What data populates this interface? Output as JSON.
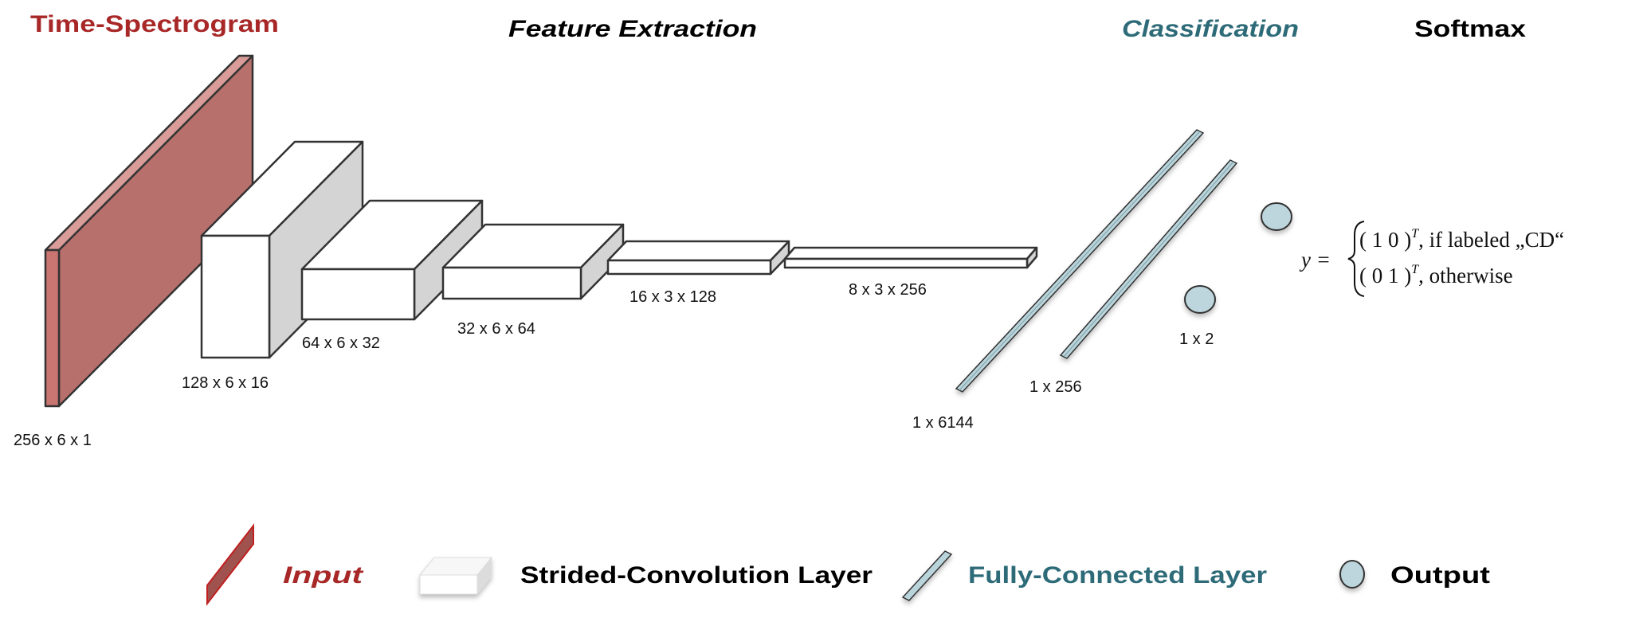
{
  "titles": {
    "input": "Time-Spectrogram",
    "feature": "Feature Extraction",
    "classification": "Classification",
    "softmax": "Softmax"
  },
  "layers": {
    "input": "256 x 6 x 1",
    "conv1": "128 x 6 x 16",
    "conv2": "64 x 6 x 32",
    "conv3": "32 x 6 x 64",
    "conv4": "16 x 3 x 128",
    "conv5": "8 x 3 x 256",
    "fc1": "1 x 6144",
    "fc2": "1 x 256",
    "output": "1 x 2"
  },
  "formula": {
    "lhs": "y =",
    "case1_vec": "( 1  0 )",
    "case1_cond": ",  if labeled „CD“",
    "case2_vec": "( 0  1 )",
    "case2_cond": ", otherwise",
    "sup": "T"
  },
  "legend": {
    "input": "Input",
    "conv": "Strided-Convolution Layer",
    "fc": "Fully-Connected Layer",
    "output": "Output"
  },
  "colors": {
    "input_red": "#A82828",
    "teal": "#2E6B78",
    "slab": "#B8706D",
    "fc_fill": "#B9D4DB"
  }
}
